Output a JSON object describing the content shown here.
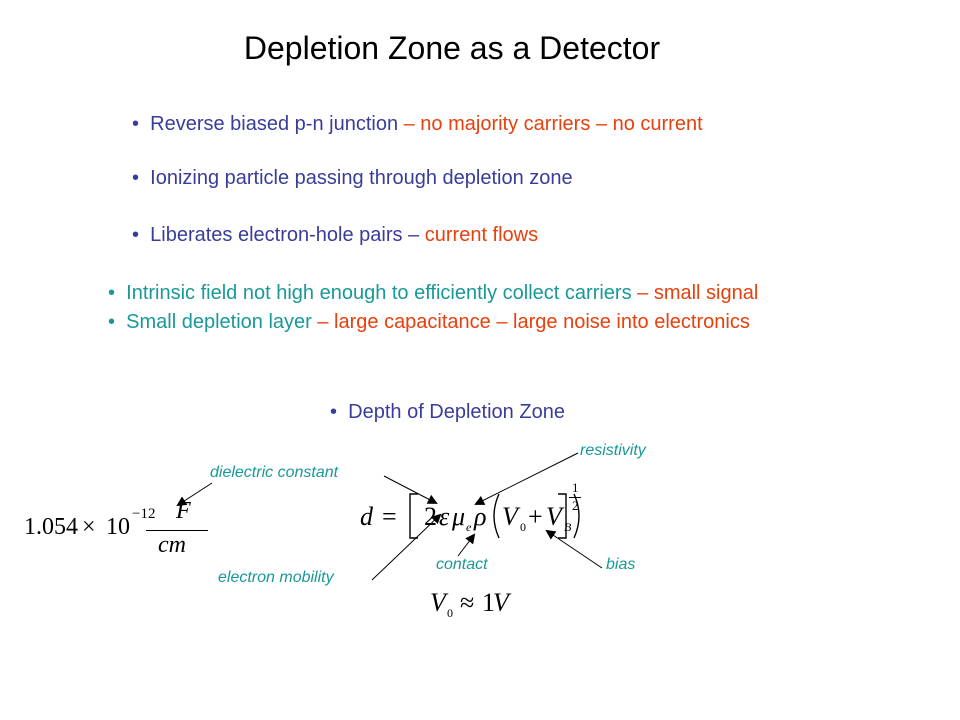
{
  "title": "Depletion Zone as a Detector",
  "bullet_glyph": "•",
  "bullets": [
    {
      "segments": [
        {
          "text": "Reverse biased p-n junction",
          "color": "blue"
        },
        {
          "text": " – no majority carriers – no current",
          "color": "red"
        }
      ]
    },
    {
      "segments": [
        {
          "text": "Ionizing particle passing through depletion zone",
          "color": "blue"
        }
      ]
    },
    {
      "segments": [
        {
          "text": "Liberates electron-hole pairs – ",
          "color": "blue"
        },
        {
          "text": "current flows",
          "color": "red"
        }
      ]
    },
    {
      "segments": [
        {
          "text": "Intrinsic field not high enough to efficiently collect carriers",
          "color": "teal"
        },
        {
          "text": " – small signal",
          "color": "red"
        }
      ]
    },
    {
      "segments": [
        {
          "text": "Small depletion layer",
          "color": "teal"
        },
        {
          "text": " – large capacitance – large noise into electronics",
          "color": "red"
        }
      ]
    },
    {
      "segments": [
        {
          "text": "Depth of Depletion Zone",
          "color": "blue"
        }
      ]
    }
  ],
  "annotations": {
    "dielectric": "dielectric constant",
    "resistivity": "resistivity",
    "mobility": "electron mobility",
    "contact": "contact",
    "bias": "bias"
  },
  "formulas": {
    "permittivity": {
      "coef": "1.054",
      "times": "×",
      "base": "10",
      "exp": "−12",
      "num": "F",
      "den": "cm"
    },
    "depth": {
      "lhs": "d",
      "eq": "=",
      "two": "2",
      "eps": "ε",
      "mu": "μ",
      "mu_sub": "e",
      "rho": "ρ",
      "v0": "V",
      "v0_sub": "0",
      "plus": "+",
      "vb": "V",
      "vb_sub": "B",
      "exp_num": "1",
      "exp_den": "2"
    },
    "contact": {
      "v": "V",
      "sub": "0",
      "approx": "≈",
      "val": "1",
      "unit": "V"
    }
  },
  "colors": {
    "blue": "#3a3c9a",
    "red": "#e8400d",
    "teal": "#1a9898",
    "title": "#000000"
  }
}
